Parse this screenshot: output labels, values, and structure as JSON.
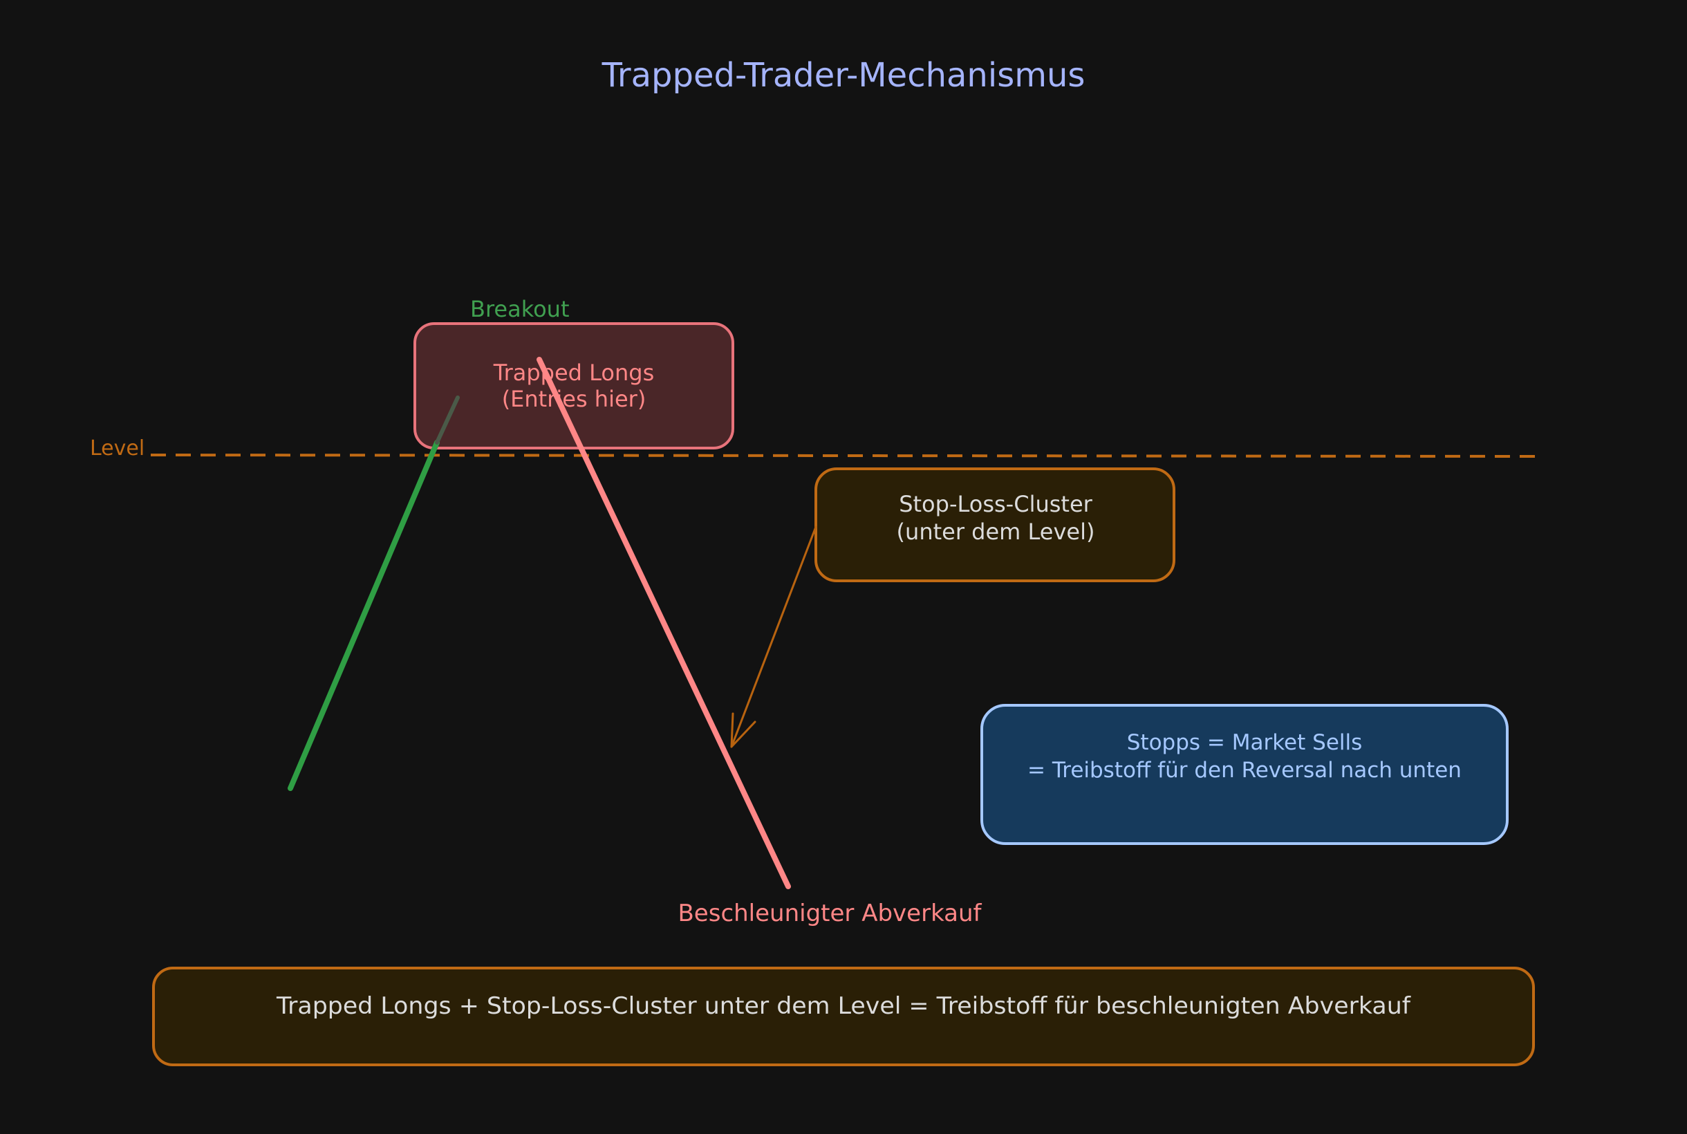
{
  "diagram": {
    "title": "Trapped-Trader-Mechanismus",
    "labels": {
      "breakout": "Breakout",
      "level": "Level",
      "sell_off": "Beschleunigter Abverkauf"
    },
    "boxes": {
      "trapped_longs": {
        "line1": "Trapped Longs",
        "line2": "(Entries hier)"
      },
      "stop_loss_cluster": {
        "line1": "Stop-Loss-Cluster",
        "line2": "(unter dem Level)"
      },
      "stops_market_sells": {
        "line1": "Stopps = Market Sells",
        "line2": "= Treibstoff für den Reversal nach unten"
      },
      "summary": {
        "text": "Trapped Longs + Stop-Loss-Cluster unter dem Level = Treibstoff für beschleunigten Abverkauf"
      }
    },
    "colors": {
      "background": "#121212",
      "title": "#a5b4fc",
      "green": "#2f9e44",
      "green_text": "#40a050",
      "red": "#ff8787",
      "red_fill": "#4a2628",
      "orange": "#c06a14",
      "orange_fill": "#2a1f06",
      "blue_stroke": "#a5c8ff",
      "blue_fill": "#163a5c",
      "light_text": "#dcdcdc"
    }
  }
}
